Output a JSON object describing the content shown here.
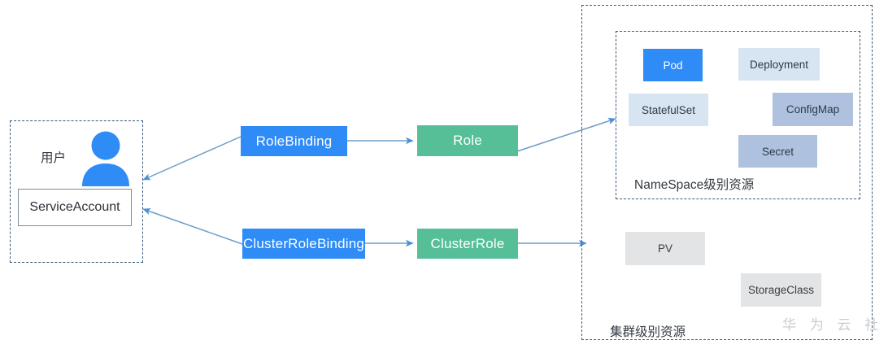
{
  "diagram": {
    "title_watermark": "华 为 云 社 区",
    "colors": {
      "blue": "#2f8bf5",
      "green": "#56bf98",
      "pale_blue": "#d7e4f2",
      "slate_blue": "#aec1de",
      "gray": "#e2e4e5",
      "dashed_border": "#3c5a78",
      "arrow": "#6f9dc7"
    }
  },
  "user_group": {
    "name": "user-boundary",
    "label": "用户",
    "service_account": "ServiceAccount"
  },
  "bindings": [
    {
      "id": "rolebinding",
      "label": "RoleBinding"
    },
    {
      "id": "clusterrolebinding",
      "label": "ClusterRoleBinding"
    }
  ],
  "roles": [
    {
      "id": "role",
      "label": "Role"
    },
    {
      "id": "clusterrole",
      "label": "ClusterRole"
    }
  ],
  "namespace_scope": {
    "label": "NameSpace级别资源",
    "resources": [
      {
        "id": "pod",
        "label": "Pod",
        "style": "solid-blue"
      },
      {
        "id": "deployment",
        "label": "Deployment",
        "style": "pale-blue"
      },
      {
        "id": "statefulset",
        "label": "StatefulSet",
        "style": "pale-blue"
      },
      {
        "id": "configmap",
        "label": "ConfigMap",
        "style": "slate-blue"
      },
      {
        "id": "secret",
        "label": "Secret",
        "style": "slate-blue"
      }
    ]
  },
  "cluster_scope": {
    "label": "集群级别资源",
    "resources": [
      {
        "id": "pv",
        "label": "PV",
        "style": "gray"
      },
      {
        "id": "storageclass",
        "label": "StorageClass",
        "style": "gray"
      }
    ]
  }
}
